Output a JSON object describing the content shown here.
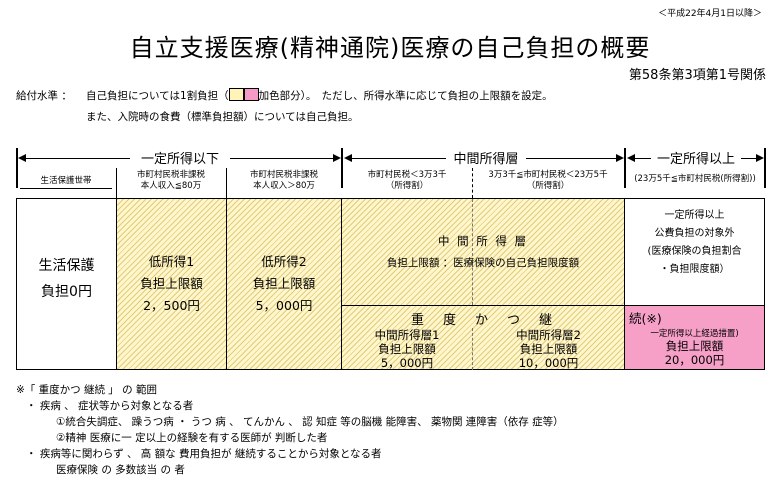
{
  "date": "＜平成22年4月1日以降＞",
  "title": "自立支援医療(精神通院)医療の自己負担の概要",
  "article": "第58条第3項第1号関係",
  "benefit": {
    "label": "給付水準 ：",
    "line1_a": "自己負担については1割負担（",
    "line1_b": "加色部分）。　ただし、所得水準に応じて負担の上限額を設定。",
    "line2": "また、入院時の食費（標準負担額）については自己負担。"
  },
  "groups": {
    "g1": "一定所得以下",
    "g2": "中間所得層",
    "g3": "一定所得以上"
  },
  "subheaders": {
    "welfare": "生活保護世帯",
    "low1_a": "市町村民税非課税",
    "low1_b": "本人収入≦80万",
    "low2_a": "市町村民税非課税",
    "low2_b": "本人収入＞80万",
    "mid1_a": "市町村民税＜3万3千",
    "mid1_b": "（所得割）",
    "mid2_a": "3万3千≦市町村民税＜23万5千",
    "mid2_b": "（所得割）",
    "high": "(23万5千≦市町村民税(所得割))"
  },
  "cells": {
    "welfare_1": "生活保護",
    "welfare_2": "負担0円",
    "low1_1": "低所得1",
    "low1_2": "負担上限額",
    "low1_3": "2，500円",
    "low2_1": "低所得2",
    "low2_2": "負担上限額",
    "low2_3": "5，000円",
    "mid_1": "中 間 所 得 層",
    "mid_2": "負担上限額 ：医療保険の自己負担限度額",
    "high_1": "一定所得以上",
    "high_2": "公費負担の対象外",
    "high_3": "(医療保険の負担割合",
    "high_4": "・負担限度額）",
    "severe": "重　度　か　つ　継",
    "mid1_1": "中間所得層1",
    "mid1_2": "負担上限額",
    "mid1_3": "5，000円",
    "mid2_1": "中間所得層2",
    "mid2_2": "負担上限額",
    "mid2_3": "10，000円",
    "cont": "続(※)",
    "cont_sub": "一定所得以上経過措置)",
    "cont_2": "負担上限額",
    "cont_3": "20，000円"
  },
  "notes": [
    "※「 重度かつ 継続 」 の 範囲",
    "・ 疾病 、 症状等から対象となる者",
    "①統合失調症、 躁うつ病 ・ うつ 病 、 てんかん 、 認 知症 等の脳機 能障害、 薬物関 連障害（依存 症等）",
    "②精神 医療に一 定以上の経験を有する医師が 判断した者",
    "・ 疾病等に関わらず 、 高 額な 費用負担が 継続することから対象となる者",
    "医療保険 の 多数該当 の 者"
  ],
  "colors": {
    "hatch": "#fff6cc",
    "pink": "#f6a0c8",
    "swatch_yellow": "#fff3b8",
    "swatch_pink": "#f69ac8"
  }
}
